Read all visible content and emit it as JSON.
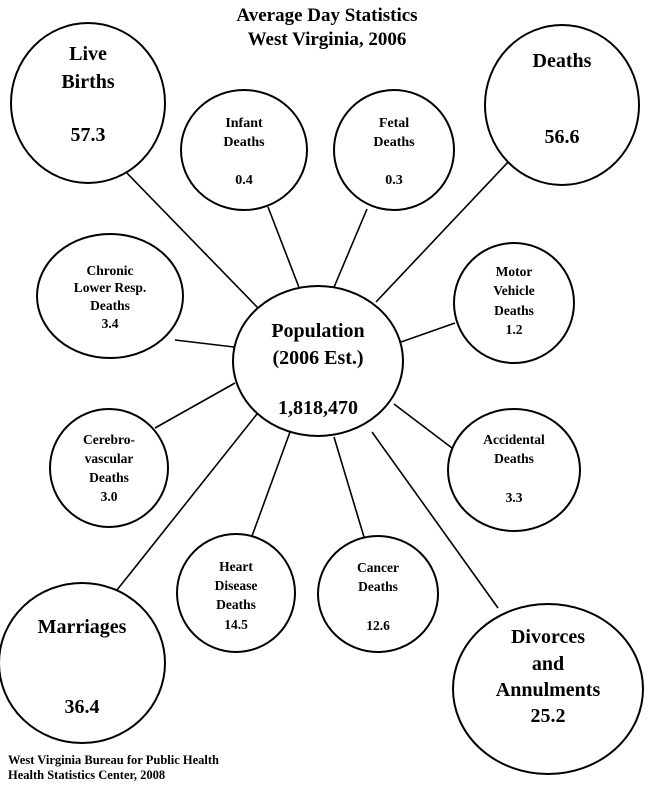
{
  "title": {
    "line1": "Average Day Statistics",
    "line2": "West Virginia, 2006"
  },
  "center": {
    "lines": [
      "Population",
      "(2006 Est.)"
    ],
    "value": "1,818,470"
  },
  "nodes": [
    {
      "id": "live-births",
      "lines": [
        "Live",
        "Births"
      ],
      "value": "57.3"
    },
    {
      "id": "infant-deaths",
      "lines": [
        "Infant",
        "Deaths"
      ],
      "value": "0.4"
    },
    {
      "id": "fetal-deaths",
      "lines": [
        "Fetal",
        "Deaths"
      ],
      "value": "0.3"
    },
    {
      "id": "deaths",
      "lines": [
        "Deaths"
      ],
      "value": "56.6"
    },
    {
      "id": "chronic-lower-resp-deaths",
      "lines": [
        "Chronic",
        "Lower Resp.",
        "Deaths"
      ],
      "value": "3.4"
    },
    {
      "id": "motor-vehicle-deaths",
      "lines": [
        "Motor",
        "Vehicle",
        "Deaths"
      ],
      "value": "1.2"
    },
    {
      "id": "cerebrovascular-deaths",
      "lines": [
        "Cerebro-",
        "vascular",
        "Deaths"
      ],
      "value": "3.0"
    },
    {
      "id": "accidental-deaths",
      "lines": [
        "Accidental",
        "Deaths"
      ],
      "value": "3.3"
    },
    {
      "id": "heart-disease-deaths",
      "lines": [
        "Heart",
        "Disease",
        "Deaths"
      ],
      "value": "14.5"
    },
    {
      "id": "cancer-deaths",
      "lines": [
        "Cancer",
        "Deaths"
      ],
      "value": "12.6"
    },
    {
      "id": "marriages",
      "lines": [
        "Marriages"
      ],
      "value": "36.4"
    },
    {
      "id": "divorces-and-annulments",
      "lines": [
        "Divorces",
        "and",
        "Annulments"
      ],
      "value": "25.2"
    }
  ],
  "source": {
    "line1": "West Virginia Bureau for Public Health",
    "line2": "Health Statistics Center, 2008"
  }
}
